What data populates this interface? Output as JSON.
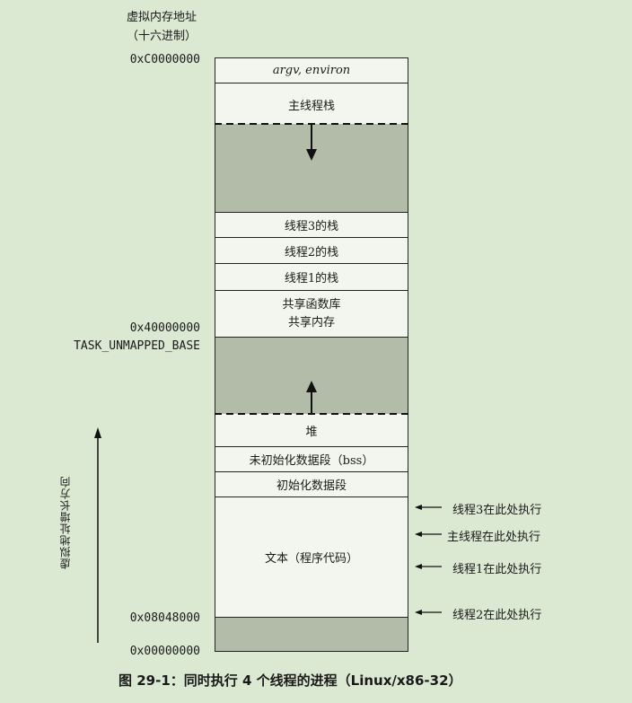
{
  "header": {
    "line1": "虚拟内存地址",
    "line2": "（十六进制）"
  },
  "addresses": {
    "top": "0xC0000000",
    "mid": "0x40000000",
    "task": "TASK_UNMAPPED_BASE",
    "text": "0x08048000",
    "zero": "0x00000000"
  },
  "segments": {
    "argv": "argv, environ",
    "main_stack": "主线程栈",
    "t3_stack": "线程3的栈",
    "t2_stack": "线程2的栈",
    "t1_stack": "线程1的栈",
    "shared_lib": "共享函数库",
    "shared_mem": "共享内存",
    "heap": "堆",
    "bss": "未初始化数据段（bss）",
    "data": "初始化数据段",
    "text": "文本（程序代码）"
  },
  "notes": {
    "t3": "线程3在此处执行",
    "main": "主线程在此处执行",
    "t1": "线程1在此处执行",
    "t2": "线程2在此处执行"
  },
  "axis_label": "虚拟地址增长方向",
  "caption": "图 29-1：同时执行 4 个线程的进程（Linux/x86-32）"
}
